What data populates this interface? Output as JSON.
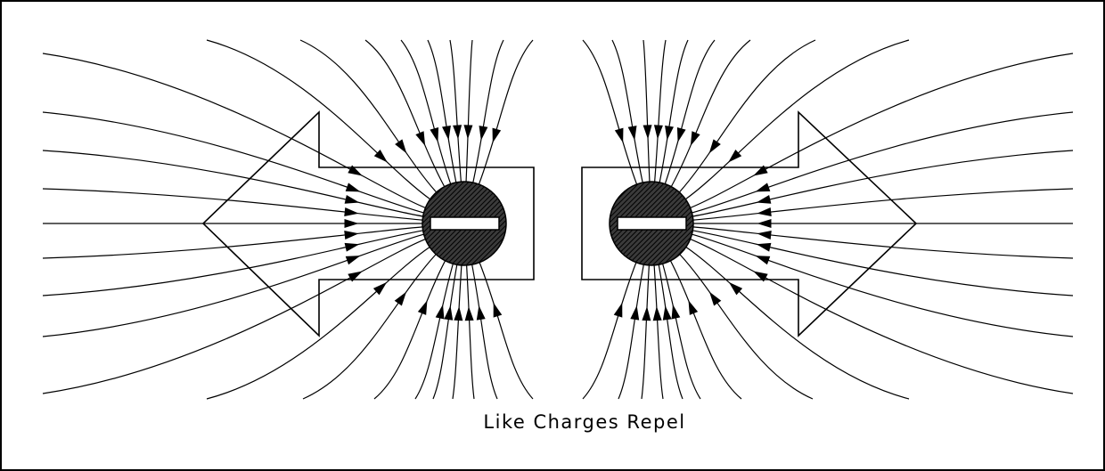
{
  "caption": "Like Charges Repel",
  "charges": [
    {
      "id": "left",
      "sign": "negative",
      "symbol": "−"
    },
    {
      "id": "right",
      "sign": "negative",
      "symbol": "−"
    }
  ],
  "colors": {
    "line": "#000000",
    "charge_fill": "#2e2e2e",
    "background": "#ffffff"
  }
}
